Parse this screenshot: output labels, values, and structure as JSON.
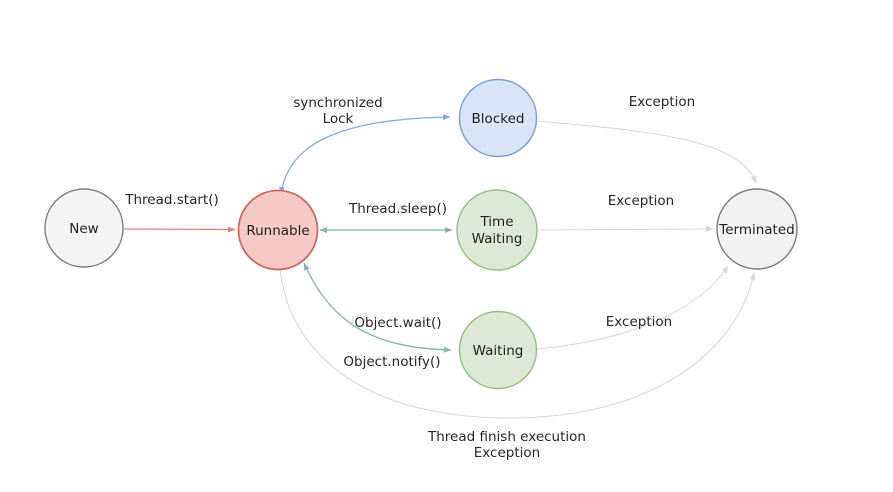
{
  "diagram": {
    "kind": "state-diagram",
    "subject": "thread-lifecycle"
  },
  "nodes": {
    "new": {
      "label": "New",
      "fill": "#f4f4f4",
      "stroke": "#7c7c7c"
    },
    "runnable": {
      "label": "Runnable",
      "fill": "#f5c9c6",
      "stroke": "#cf6a62"
    },
    "blocked": {
      "label": "Blocked",
      "fill": "#d7e5f7",
      "stroke": "#7ba1d6"
    },
    "time_waiting": {
      "label_line1": "Time",
      "label_line2": "Waiting",
      "fill": "#dcead5",
      "stroke": "#94c283"
    },
    "waiting": {
      "label": "Waiting",
      "fill": "#dcead5",
      "stroke": "#94c283"
    },
    "terminated": {
      "label": "Terminated",
      "fill": "#f2f2f2",
      "stroke": "#7c7c7c"
    }
  },
  "edges": {
    "thread_start": {
      "label": "Thread.start()",
      "color": "#d9837a"
    },
    "sync_lock": {
      "label_line1": "synchronized",
      "label_line2": "Lock",
      "color": "#82abdf"
    },
    "thread_sleep": {
      "label": "Thread.sleep()",
      "color": "#84b6ad"
    },
    "object_wait_notify": {
      "label_wait": "Object.wait()",
      "label_notify": "Object.notify()",
      "color": "#84b6ad"
    },
    "blocked_exception": {
      "label": "Exception",
      "color": "#d9d9d9"
    },
    "time_waiting_exception": {
      "label": "Exception",
      "color": "#d9d9d9"
    },
    "waiting_exception": {
      "label": "Exception",
      "color": "#d9d9d9"
    },
    "finish": {
      "label_line1": "Thread finish execution",
      "label_line2": "Exception",
      "color": "#d9d9d9"
    }
  }
}
